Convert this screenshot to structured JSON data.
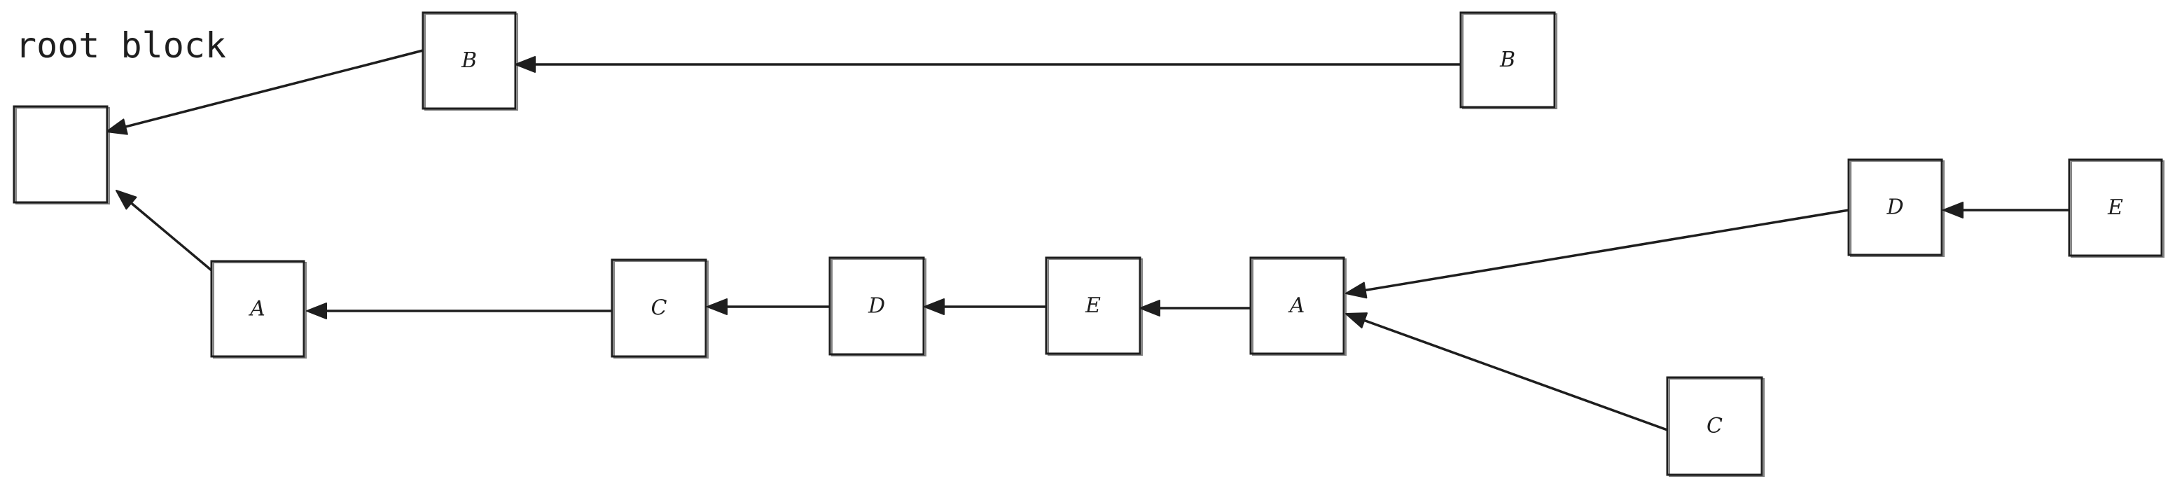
{
  "title": "root block",
  "nodes": [
    {
      "id": "root",
      "label": ""
    },
    {
      "id": "b1",
      "label": "B"
    },
    {
      "id": "b2",
      "label": "B"
    },
    {
      "id": "a1",
      "label": "A"
    },
    {
      "id": "c1",
      "label": "C"
    },
    {
      "id": "d1",
      "label": "D"
    },
    {
      "id": "e1",
      "label": "E"
    },
    {
      "id": "a2",
      "label": "A"
    },
    {
      "id": "d2",
      "label": "D"
    },
    {
      "id": "e2",
      "label": "E"
    },
    {
      "id": "c2",
      "label": "C"
    }
  ],
  "edges": [
    {
      "from": "b1",
      "to": "root"
    },
    {
      "from": "b2",
      "to": "b1"
    },
    {
      "from": "a1",
      "to": "root"
    },
    {
      "from": "c1",
      "to": "a1"
    },
    {
      "from": "d1",
      "to": "c1"
    },
    {
      "from": "e1",
      "to": "d1"
    },
    {
      "from": "a2",
      "to": "e1"
    },
    {
      "from": "d2",
      "to": "a2"
    },
    {
      "from": "e2",
      "to": "d2"
    },
    {
      "from": "c2",
      "to": "a2"
    }
  ]
}
